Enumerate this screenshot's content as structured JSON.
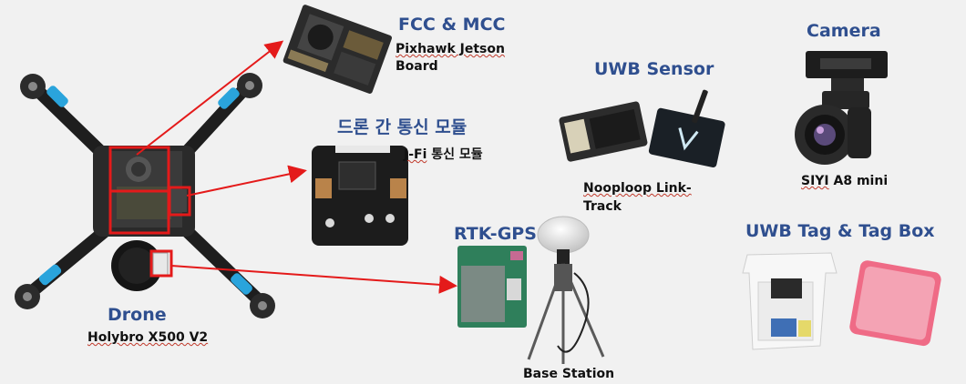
{
  "colors": {
    "title_blue": "#2f4f8f",
    "arrow_red": "#e41a1a",
    "drone_arm": "#222222",
    "motor_blue": "#2aa4dc"
  },
  "drone": {
    "title": "Drone",
    "model": "Holybro X500 V2"
  },
  "fcc": {
    "title": "FCC & MCC",
    "line1": "Pixhawk Jetson",
    "line2": "Board"
  },
  "comm": {
    "title": "드론 간 통신 모듈",
    "jfi": "J-Fi",
    "rest": " 통신 모듈"
  },
  "uwb_sensor": {
    "title": "UWB Sensor",
    "line1": "Nooploop Link-",
    "line2": "Track"
  },
  "camera": {
    "title": "Camera",
    "model_a": "SIYI",
    "model_b": " A8 mini"
  },
  "rtk": {
    "title": "RTK-GPS",
    "base": "Base Station"
  },
  "uwb_tag": {
    "title": "UWB Tag & Tag Box"
  }
}
